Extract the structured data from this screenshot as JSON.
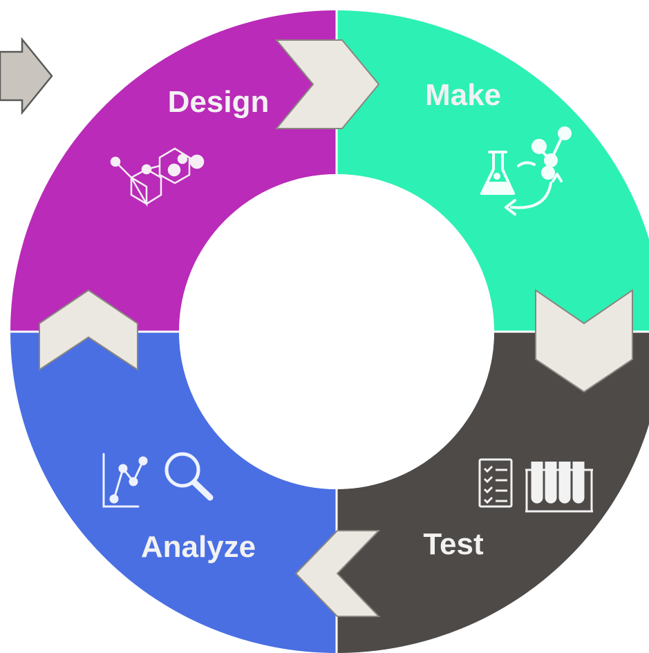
{
  "diagram": {
    "entry_arrow": {
      "icon": "right-arrow-icon",
      "color": "#c9c4bd",
      "outline": "#5a5a5a"
    },
    "stages": [
      {
        "id": "design",
        "label": "Design",
        "color": "#b92bb8",
        "icon": "molecule-hexagon-icon"
      },
      {
        "id": "make",
        "label": "Make",
        "color": "#2df0b4",
        "icon": "flask-synthesis-icon"
      },
      {
        "id": "test",
        "label": "Test",
        "color": "#4d4a48",
        "icon": "checklist-testtubes-icon"
      },
      {
        "id": "analyze",
        "label": "Analyze",
        "color": "#4a6fe3",
        "icon": "chart-magnifier-icon"
      }
    ],
    "chevron_color": "#ebe8e1",
    "chevron_outline": "#8a8680",
    "center_color": "#ffffff"
  }
}
